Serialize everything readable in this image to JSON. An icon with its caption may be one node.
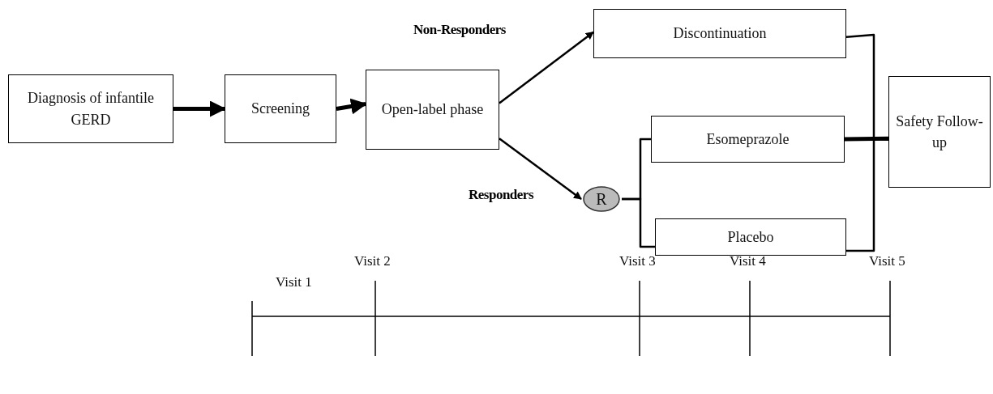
{
  "diagram": {
    "nodes": [
      {
        "text": [
          "Diagnosis of infantile GERD"
        ]
      },
      {
        "text": [
          "Screening"
        ]
      },
      {
        "text": [
          "Open-label phase"
        ]
      },
      {
        "text": [
          "Discontinuation"
        ]
      },
      {
        "text": [
          "R"
        ]
      },
      {
        "text": [
          "Esomeprazole"
        ]
      },
      {
        "text": [
          "Placebo"
        ]
      },
      {
        "text": [
          "Safety Follow-up"
        ]
      }
    ],
    "edges": [
      {
        "from": 0,
        "to": 1,
        "arrow": "to",
        "style": "thick"
      },
      {
        "from": 1,
        "to": 2,
        "arrow": "to",
        "style": "thick"
      },
      {
        "from": 2,
        "to": 3,
        "arrow": "to",
        "label": "Non-Responders"
      },
      {
        "from": 2,
        "to": 4,
        "arrow": "to",
        "label": "Responders"
      },
      {
        "from": 4,
        "to": 5,
        "arrow": "none"
      },
      {
        "from": 4,
        "to": 6,
        "arrow": "none"
      },
      {
        "from": 3,
        "to": 7,
        "arrow": "none"
      },
      {
        "from": 5,
        "to": 7,
        "arrow": "none",
        "style": "thick"
      },
      {
        "from": 6,
        "to": 7,
        "arrow": "none"
      }
    ],
    "labels": [
      "Visit 2",
      "Visit 3",
      "Visit 4",
      "Visit 5",
      "Visit 1"
    ]
  }
}
